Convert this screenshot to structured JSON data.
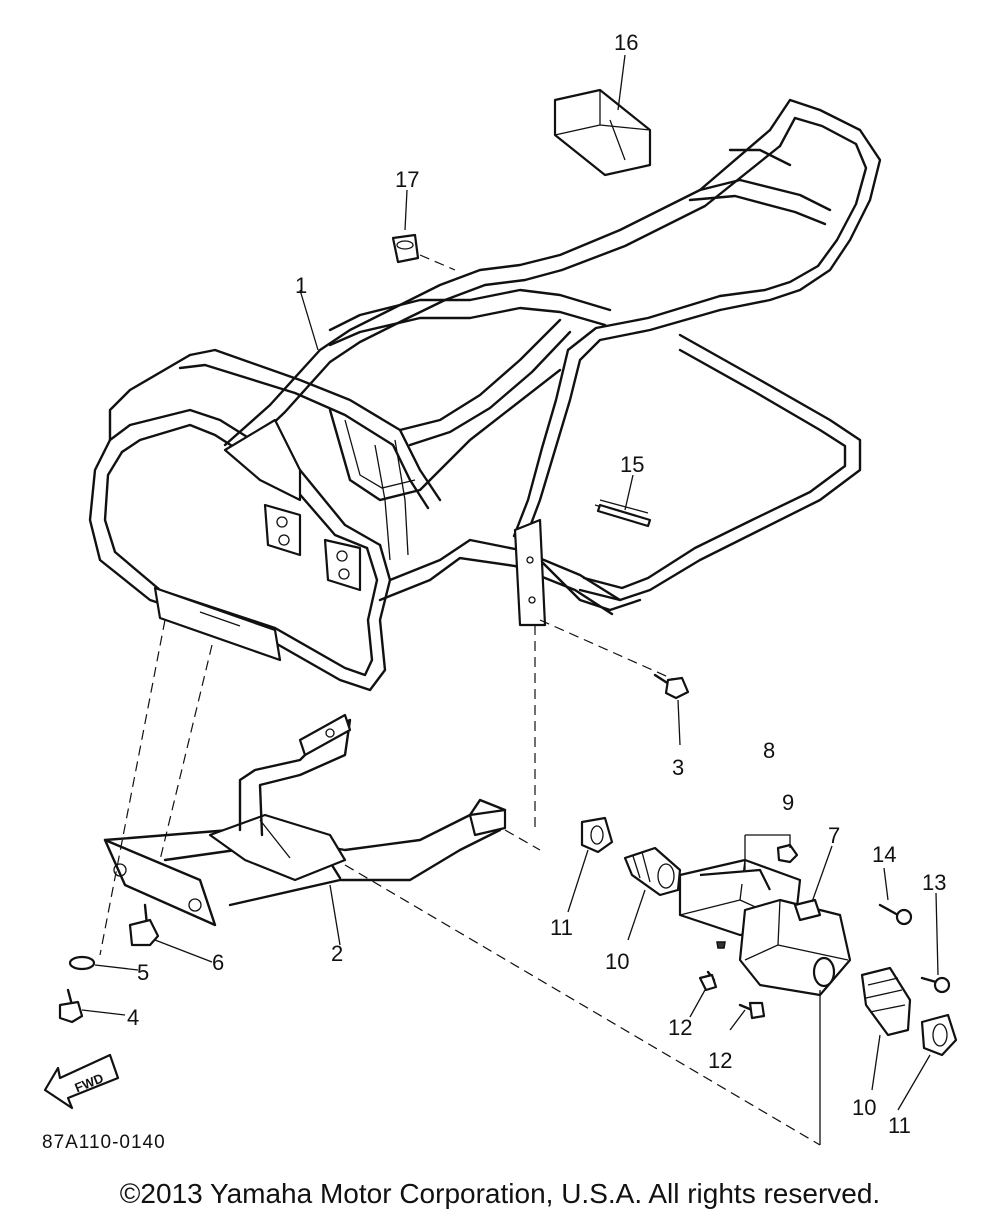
{
  "diagram": {
    "callouts": {
      "c1": "1",
      "c2": "2",
      "c3": "3",
      "c4": "4",
      "c5": "5",
      "c6": "6",
      "c7": "7",
      "c8": "8",
      "c9": "9",
      "c10a": "10",
      "c10b": "10",
      "c11a": "11",
      "c11b": "11",
      "c12a": "12",
      "c12b": "12",
      "c13": "13",
      "c14": "14",
      "c15": "15",
      "c16": "16",
      "c17": "17"
    },
    "part_code": "87A110-0140",
    "fwd_label": "FWD"
  },
  "footer": {
    "copyright": "©2013 Yamaha Motor Corporation, U.S.A. All rights reserved."
  }
}
